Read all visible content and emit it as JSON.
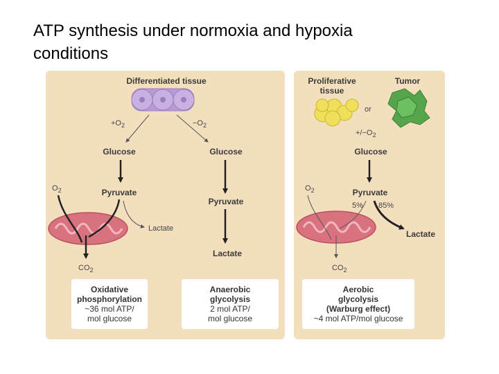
{
  "slide": {
    "title_line1": "ATP synthesis under normoxia and hypoxia",
    "title_line2": "conditions"
  },
  "left": {
    "header": "Differentiated tissue",
    "plus_o2": "+O",
    "minus_o2": "−O",
    "sub2": "2",
    "branch_a": {
      "glucose": "Glucose",
      "o2": "O",
      "pyruvate": "Pyruvate",
      "lactate": "Lactate",
      "co2": "CO",
      "box": {
        "l1": "Oxidative",
        "l2": "phosphorylation",
        "l3": "~36 mol ATP/",
        "l4": "mol glucose"
      }
    },
    "branch_b": {
      "glucose": "Glucose",
      "pyruvate": "Pyruvate",
      "lactate": "Lactate",
      "box": {
        "l1": "Anaerobic",
        "l2": "glycolysis",
        "l3": "2 mol ATP/",
        "l4": "mol glucose"
      }
    }
  },
  "right": {
    "header_a1": "Proliferative",
    "header_a2": "tissue",
    "header_b": "Tumor",
    "or": "or",
    "plus_minus_o2": "+/−O",
    "glucose": "Glucose",
    "o2": "O",
    "pyruvate": "Pyruvate",
    "pct_low": "5%",
    "pct_high": "85%",
    "lactate": "Lactate",
    "co2": "CO",
    "box": {
      "l1": "Aerobic",
      "l2": "glycolysis",
      "l3": "(Warburg effect)",
      "l4": "~4 mol ATP/mol glucose"
    }
  },
  "colors": {
    "panel": "#f3dfbe",
    "mito": "#d9727f",
    "cells": "#b99ad6",
    "prolif": "#f0df5a",
    "tumor": "#56a54c"
  }
}
